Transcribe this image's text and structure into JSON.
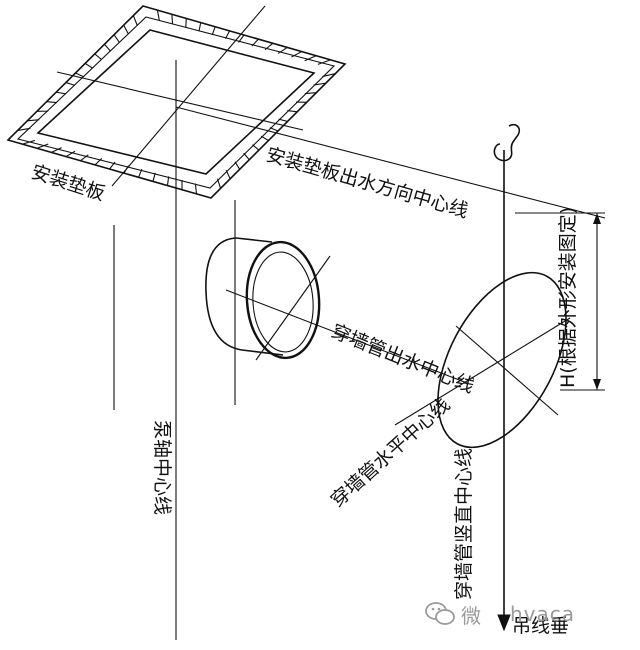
{
  "labels": {
    "mounting_plate": "安装垫板",
    "plate_outlet_centerline": "安装垫板出水方向中心线",
    "pump_shaft_centerline": "泵轴中心线",
    "sleeve_outlet_centerline": "穿墙管出水中心线",
    "sleeve_horizontal_centerline": "穿墙管水平中心线",
    "sleeve_vertical_centerline": "穿墙管竖直中心线",
    "height_note": "H(根据外形安装图定)",
    "plumb_line": "吊线垂"
  },
  "watermark": {
    "brand_visible": "微",
    "partial_text": "hvaca",
    "icon": "wechat-icon",
    "color": "#9a9a9a"
  }
}
